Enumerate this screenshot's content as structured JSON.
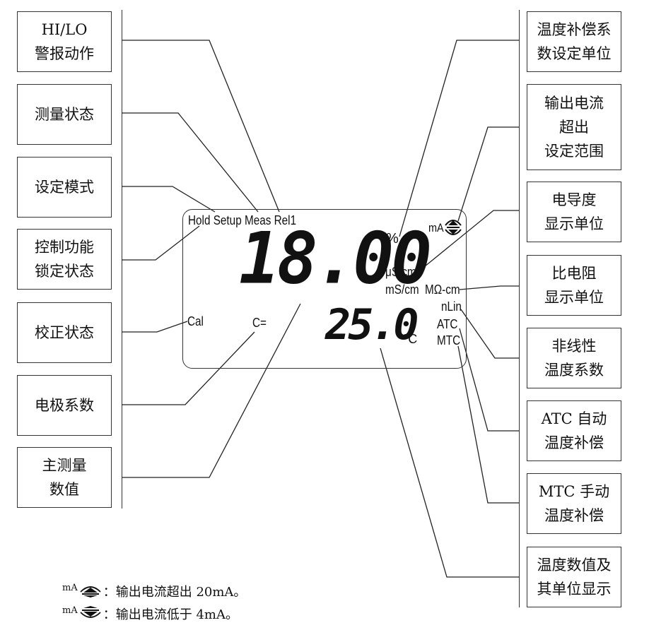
{
  "left_labels": [
    {
      "id": "hilo",
      "lines": [
        "HI/LO",
        "警报动作"
      ]
    },
    {
      "id": "measure-state",
      "lines": [
        "测量状态"
      ]
    },
    {
      "id": "setup-mode",
      "lines": [
        "设定模式"
      ]
    },
    {
      "id": "lock-state",
      "lines": [
        "控制功能",
        "锁定状态"
      ]
    },
    {
      "id": "cal-state",
      "lines": [
        "校正状态"
      ]
    },
    {
      "id": "cell-constant",
      "lines": [
        "电极系数"
      ]
    },
    {
      "id": "main-value",
      "lines": [
        "主测量",
        "数值"
      ]
    }
  ],
  "right_labels": [
    {
      "id": "temp-coef-unit",
      "lines": [
        "温度补偿系",
        "数设定单位"
      ]
    },
    {
      "id": "output-over",
      "lines": [
        "输出电流",
        "超出",
        "设定范围"
      ]
    },
    {
      "id": "cond-unit",
      "lines": [
        "电导度",
        "显示单位"
      ]
    },
    {
      "id": "resist-unit",
      "lines": [
        "比电阻",
        "显示单位"
      ]
    },
    {
      "id": "nonlinear",
      "lines": [
        "非线性",
        "温度系数"
      ]
    },
    {
      "id": "atc",
      "lines": [
        "ATC 自动",
        "温度补偿"
      ]
    },
    {
      "id": "mtc",
      "lines": [
        "MTC 手动",
        "温度补偿"
      ]
    },
    {
      "id": "temp-value",
      "lines": [
        "温度数值及",
        "其单位显示"
      ]
    }
  ],
  "lcd": {
    "status_text": "Hold Setup Meas Rel1",
    "main_value": "18.00",
    "percent": "%",
    "ma_label": "mA",
    "us_cm": "μS/cm",
    "ms_cm": "mS/cm",
    "mohm_cm": "MΩ-cm",
    "nlin": "nLin",
    "atc": "ATC",
    "mtc": "MTC",
    "cal": "Cal",
    "c_eq": "C=",
    "temp_value": "25.0",
    "temp_unit": "°C"
  },
  "legend": [
    {
      "ma": "mA",
      "text": "：输出电流超出 20mA。"
    },
    {
      "ma": "mA",
      "text": "：输出电流低于 4mA。"
    }
  ]
}
